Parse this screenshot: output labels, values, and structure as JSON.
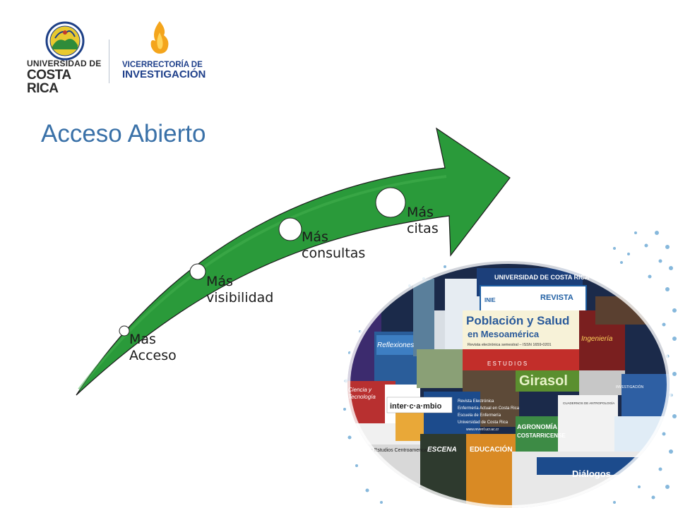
{
  "header": {
    "university_line1": "UNIVERSIDAD DE",
    "university_line2": "COSTA RICA",
    "vice_line1": "VICERRECTORÍA DE",
    "vice_line2": "INVESTIGACIÓN"
  },
  "slide_title": "Acceso Abierto",
  "steps": [
    {
      "label": "Mas\nAcceso"
    },
    {
      "label": "Más\nvisibilidad"
    },
    {
      "label": "Más\nconsultas"
    },
    {
      "label": "Más\ncitas"
    }
  ],
  "collage": {
    "covers": {
      "universidad": "UNIVERSIDAD DE COSTA RICA",
      "revista": "REVISTA",
      "inie": "INIE",
      "poblacion_title": "Población y Salud",
      "poblacion_sub": "en Mesoamérica",
      "poblacion_issn": "Revista electrónica semestral – ISSN 1659-0201",
      "reflexiones": "Reflexiones",
      "ingenieria": "Ingeniería",
      "girasol": "Girasol",
      "estudios": "E S T U D I O S",
      "ciencia": "Ciencia y\nTecnología",
      "intercambio": "inter·c·a·mbio",
      "enfermeria_1": "Revista Electrónica",
      "enfermeria_2": "Enfermería Actual en Costa Rica",
      "enfermeria_3": "Escuela de Enfermería",
      "enfermeria_4": "Universidad de Costa Rica",
      "enfermeria_url": "www.revenf.ucr.ac.cr",
      "antropologia": "CUADERNOS DE ANTROPOLOGÍA",
      "agronomia_1": "AGRONOMÍA",
      "agronomia_2": "COSTARRICENSE",
      "educacion": "EDUCACIÓN",
      "centroamericanos": "de Estudios Centroamericanos",
      "escena": "ESCENA",
      "dialogos": "Diálogos",
      "vi_small": "INVESTIGACIÓN"
    },
    "colors": {
      "arrow_green": "#1f8f2f",
      "title_blue": "#3a71a8",
      "dot_blue": "#7fb3d9"
    }
  }
}
